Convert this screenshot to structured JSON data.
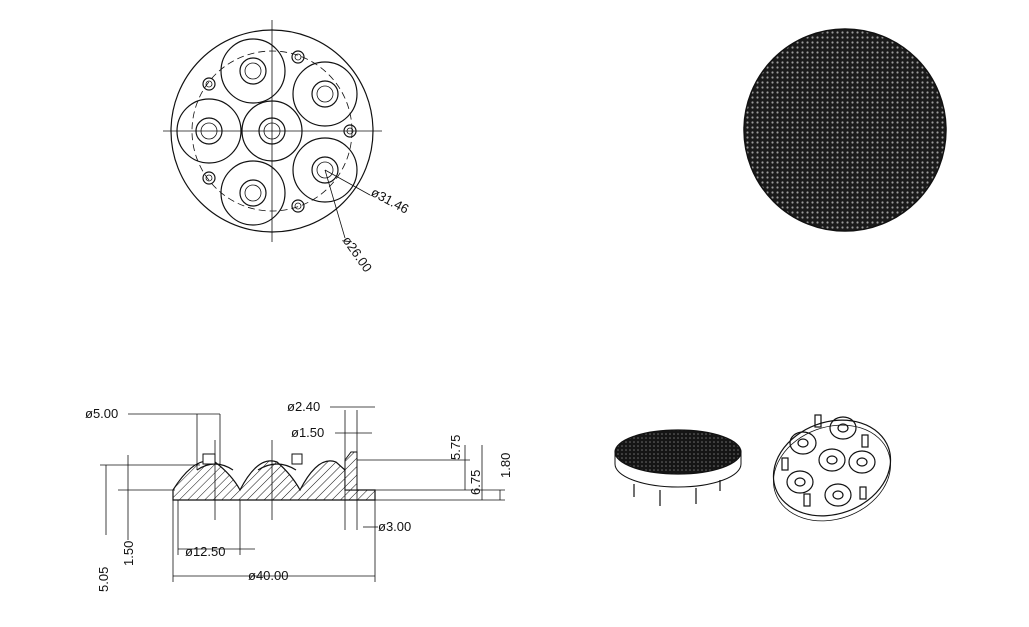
{
  "drawing": {
    "top_view": {
      "dia_outer": "ø31.46",
      "dia_inner": "ø26.00"
    },
    "section_view": {
      "dia_pin_top": "ø5.00",
      "dia_pin_a": "ø2.40",
      "dia_pin_b": "ø1.50",
      "dim_5_75": "5.75",
      "dim_6_75": "6.75",
      "dim_1_80": "1.80",
      "dim_5_05": "5.05",
      "dim_1_50": "1.50",
      "dia_lens": "ø12.50",
      "dia_total": "ø40.00",
      "dia_3_00": "ø3.00"
    }
  }
}
